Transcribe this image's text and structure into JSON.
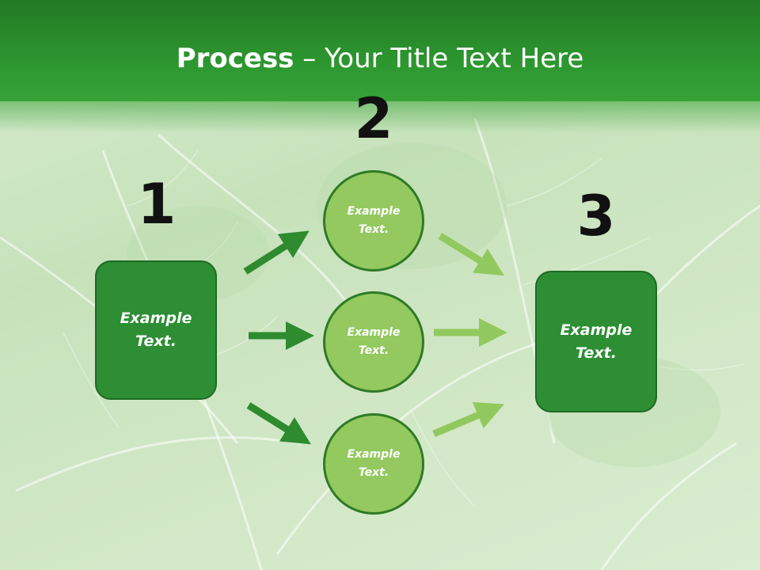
{
  "title": {
    "bold": "Process",
    "rest": " – Your Title Text Here"
  },
  "step_numbers": [
    "1",
    "2",
    "3"
  ],
  "nodes": {
    "left_box": "Example Text.",
    "top_circle": "Example Text.",
    "middle_circle": "Example Text.",
    "bottom_circle": "Example Text.",
    "right_box": "Example Text."
  },
  "colors": {
    "header": "#2f9a31",
    "box_fill": "#2d8e34",
    "circle_fill": "#93c95f",
    "arrow_dark": "#2e8b2f",
    "arrow_light": "#92c95e"
  }
}
